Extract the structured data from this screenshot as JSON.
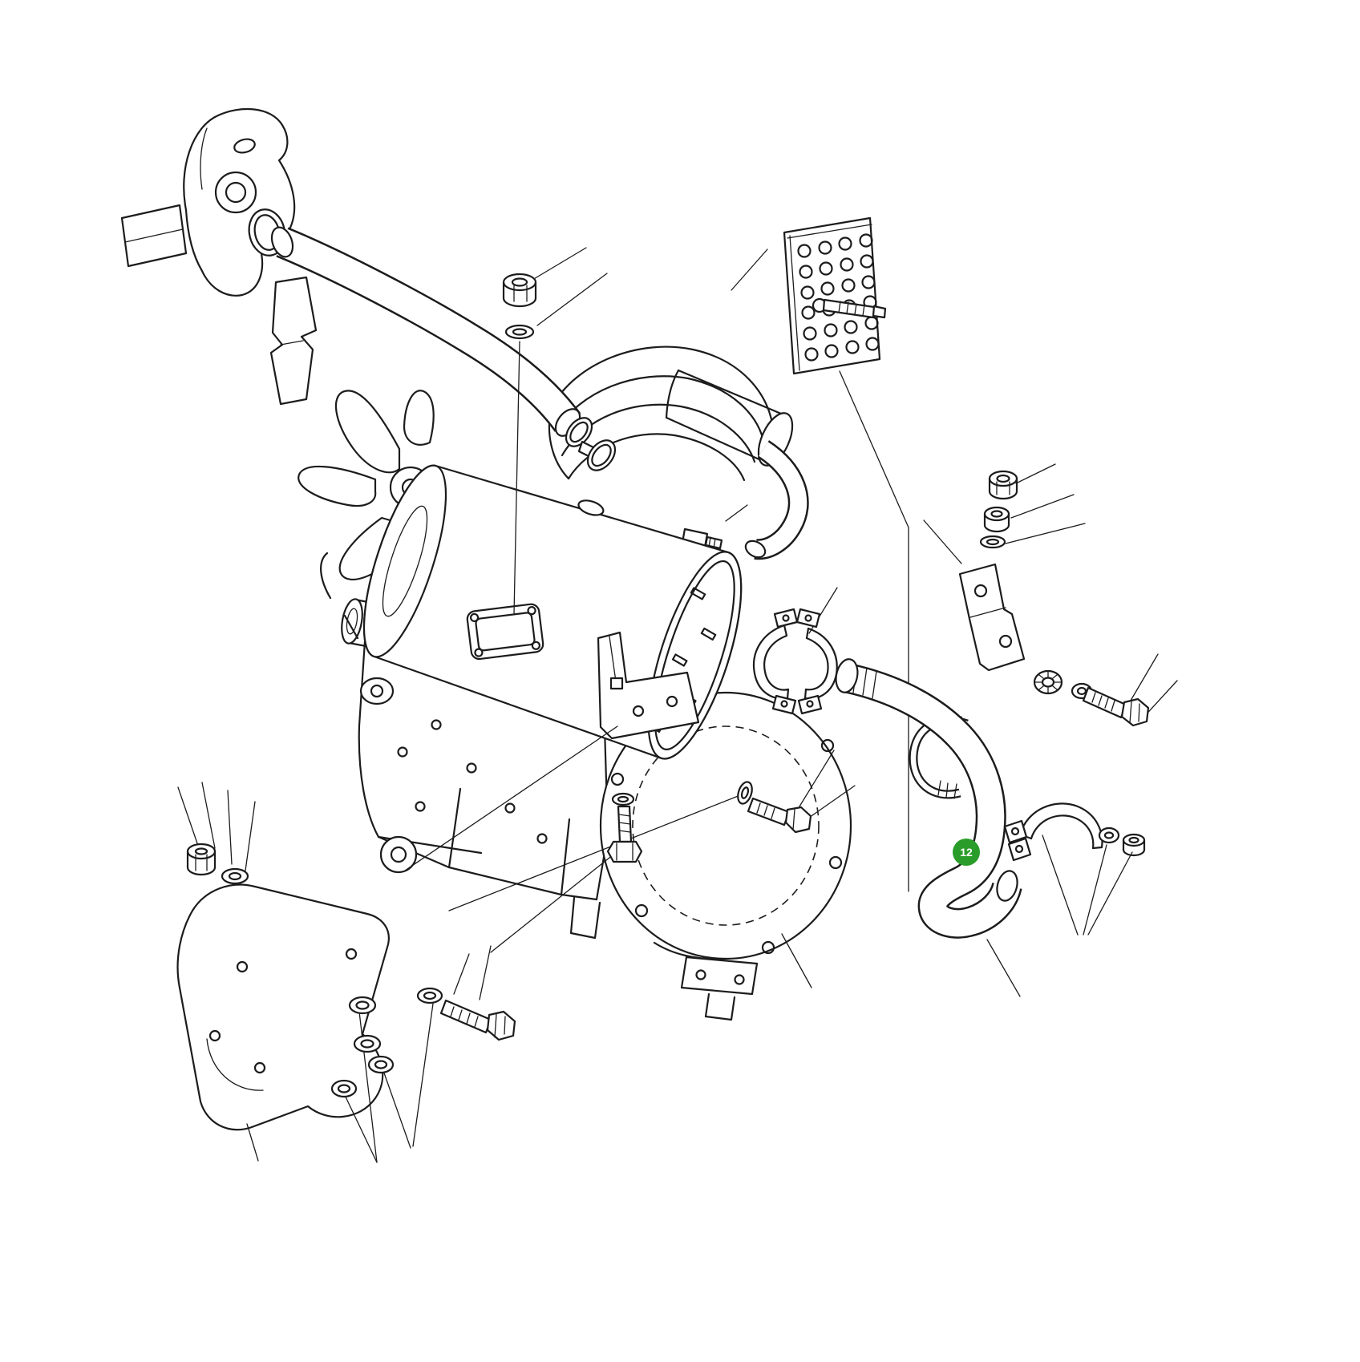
{
  "diagram": {
    "type": "exploded-parts-drawing",
    "background_color": "#ffffff",
    "line_color": "#1c1c1c",
    "callout": {
      "label": "12",
      "fill": "#2a9c2a",
      "text_color": "#ffffff"
    },
    "parts": [
      "mounting-bracket",
      "clamp-ring",
      "front-exhaust-pipe",
      "hex-nut",
      "flat-washer",
      "heat-shield",
      "heat-shield-stud",
      "muffler",
      "muffler-bracket",
      "gasket",
      "engine-assembly",
      "cooling-fan",
      "starter-motor",
      "flywheel-housing",
      "pipe-clamp",
      "tailpipe",
      "u-bolt",
      "support-bracket",
      "lock-washer",
      "hex-bolt",
      "rear-clamp",
      "belt-guard"
    ]
  }
}
